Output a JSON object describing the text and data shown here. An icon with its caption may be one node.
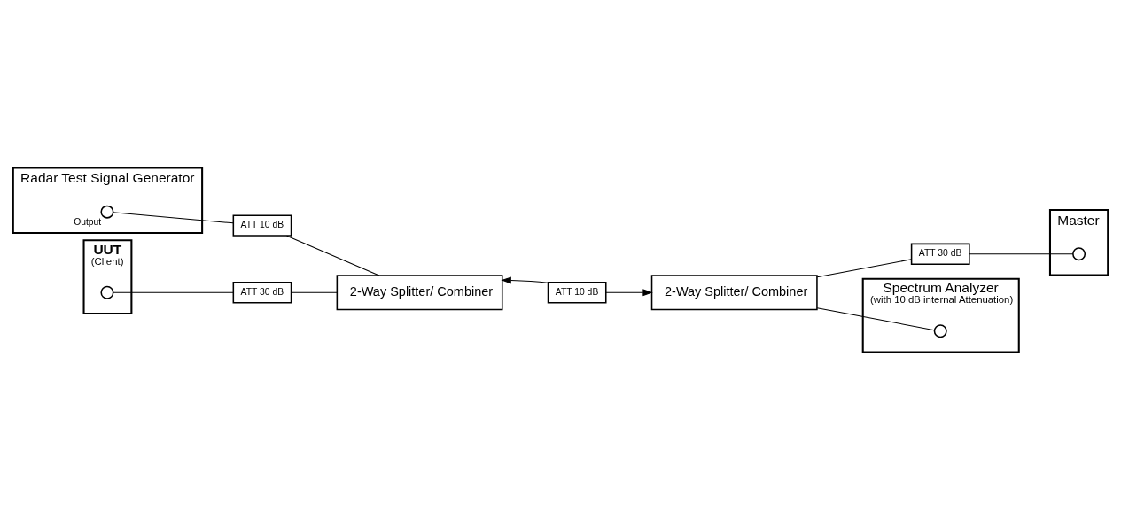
{
  "diagram": {
    "nodes": [
      {
        "text": [
          "Radar Test Signal Generator"
        ]
      },
      {
        "text": [],
        "shape": "circle",
        "in": 0,
        "beside": [
          "Output"
        ]
      },
      {
        "text": [
          "ATT 10 dB"
        ]
      },
      {
        "text": [
          "ATT 30 dB"
        ]
      },
      {
        "text": [
          "UUT",
          "(Client)"
        ]
      },
      {
        "text": [],
        "shape": "circle",
        "in": 4
      },
      {
        "text": [
          "2-Way Splitter/ Combiner"
        ]
      },
      {
        "text": [
          "ATT 10 dB"
        ]
      },
      {
        "text": [
          "2-Way Splitter/ Combiner"
        ]
      },
      {
        "text": [
          "ATT 30 dB"
        ]
      },
      {
        "text": [
          "Master"
        ]
      },
      {
        "text": [],
        "shape": "circle",
        "in": 10
      },
      {
        "text": [
          "Spectrum Analyzer",
          "(with 10 dB internal Attenuation)"
        ]
      },
      {
        "text": [],
        "shape": "circle",
        "in": 12
      }
    ],
    "edges": [
      {
        "from": 1,
        "to": 2,
        "arrow": "none"
      },
      {
        "from": 2,
        "to": 6,
        "arrow": "none"
      },
      {
        "from": 5,
        "to": 3,
        "arrow": "none"
      },
      {
        "from": 3,
        "to": 6,
        "arrow": "none"
      },
      {
        "from": 7,
        "to": 6,
        "arrow": "to"
      },
      {
        "from": 7,
        "to": 8,
        "arrow": "to"
      },
      {
        "from": 8,
        "to": 9,
        "arrow": "none"
      },
      {
        "from": 9,
        "to": 11,
        "arrow": "none"
      },
      {
        "from": 8,
        "to": 13,
        "arrow": "none"
      }
    ]
  }
}
